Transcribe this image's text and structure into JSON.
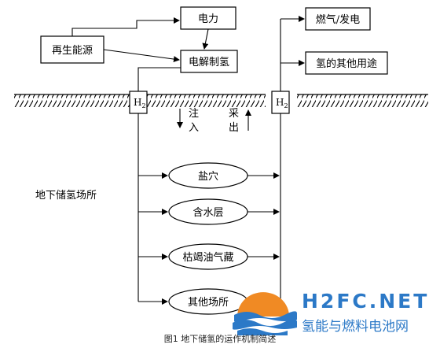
{
  "diagram": {
    "renewable_source": "再生能源",
    "electricity": "电力",
    "electrolysis": "电解制氢",
    "gas_power": "燃气/发电",
    "other_hydrogen_uses": "氢的其他用途",
    "h2_left": "H",
    "h2_right": "H",
    "h2_sub": "2",
    "inject": [
      "注",
      "入"
    ],
    "extract": [
      "采",
      "出"
    ],
    "site_label": "地下储氢场所",
    "sites": [
      "盐穴",
      "含水层",
      "枯竭油气藏",
      "其他场所"
    ]
  },
  "caption": "图1 地下储氢的运作机制简述",
  "watermark": {
    "brand": "H2FC.NET",
    "tagline": "氢能与燃料电池网",
    "colors": {
      "blue": "#2c79c7",
      "orange": "#f08a24"
    }
  }
}
